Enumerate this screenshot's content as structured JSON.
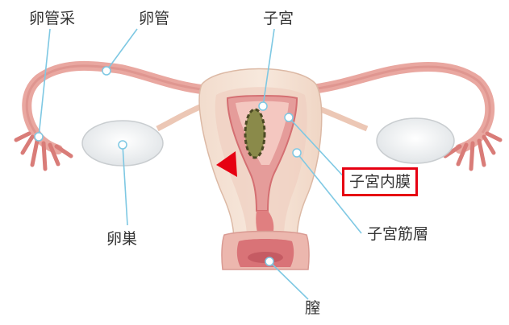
{
  "labels": {
    "fallopian_fimbriae": "卵管采",
    "fallopian_tube": "卵管",
    "uterus": "子宮",
    "endometrium": "子宮内膜",
    "myometrium": "子宮筋層",
    "ovary": "卵巣",
    "vagina": "膣"
  },
  "colors": {
    "leader_line": "#7ec8e3",
    "highlight_box": "#e60012",
    "marker_arrow": "#e60012",
    "lesion": "#8a8a4a"
  }
}
